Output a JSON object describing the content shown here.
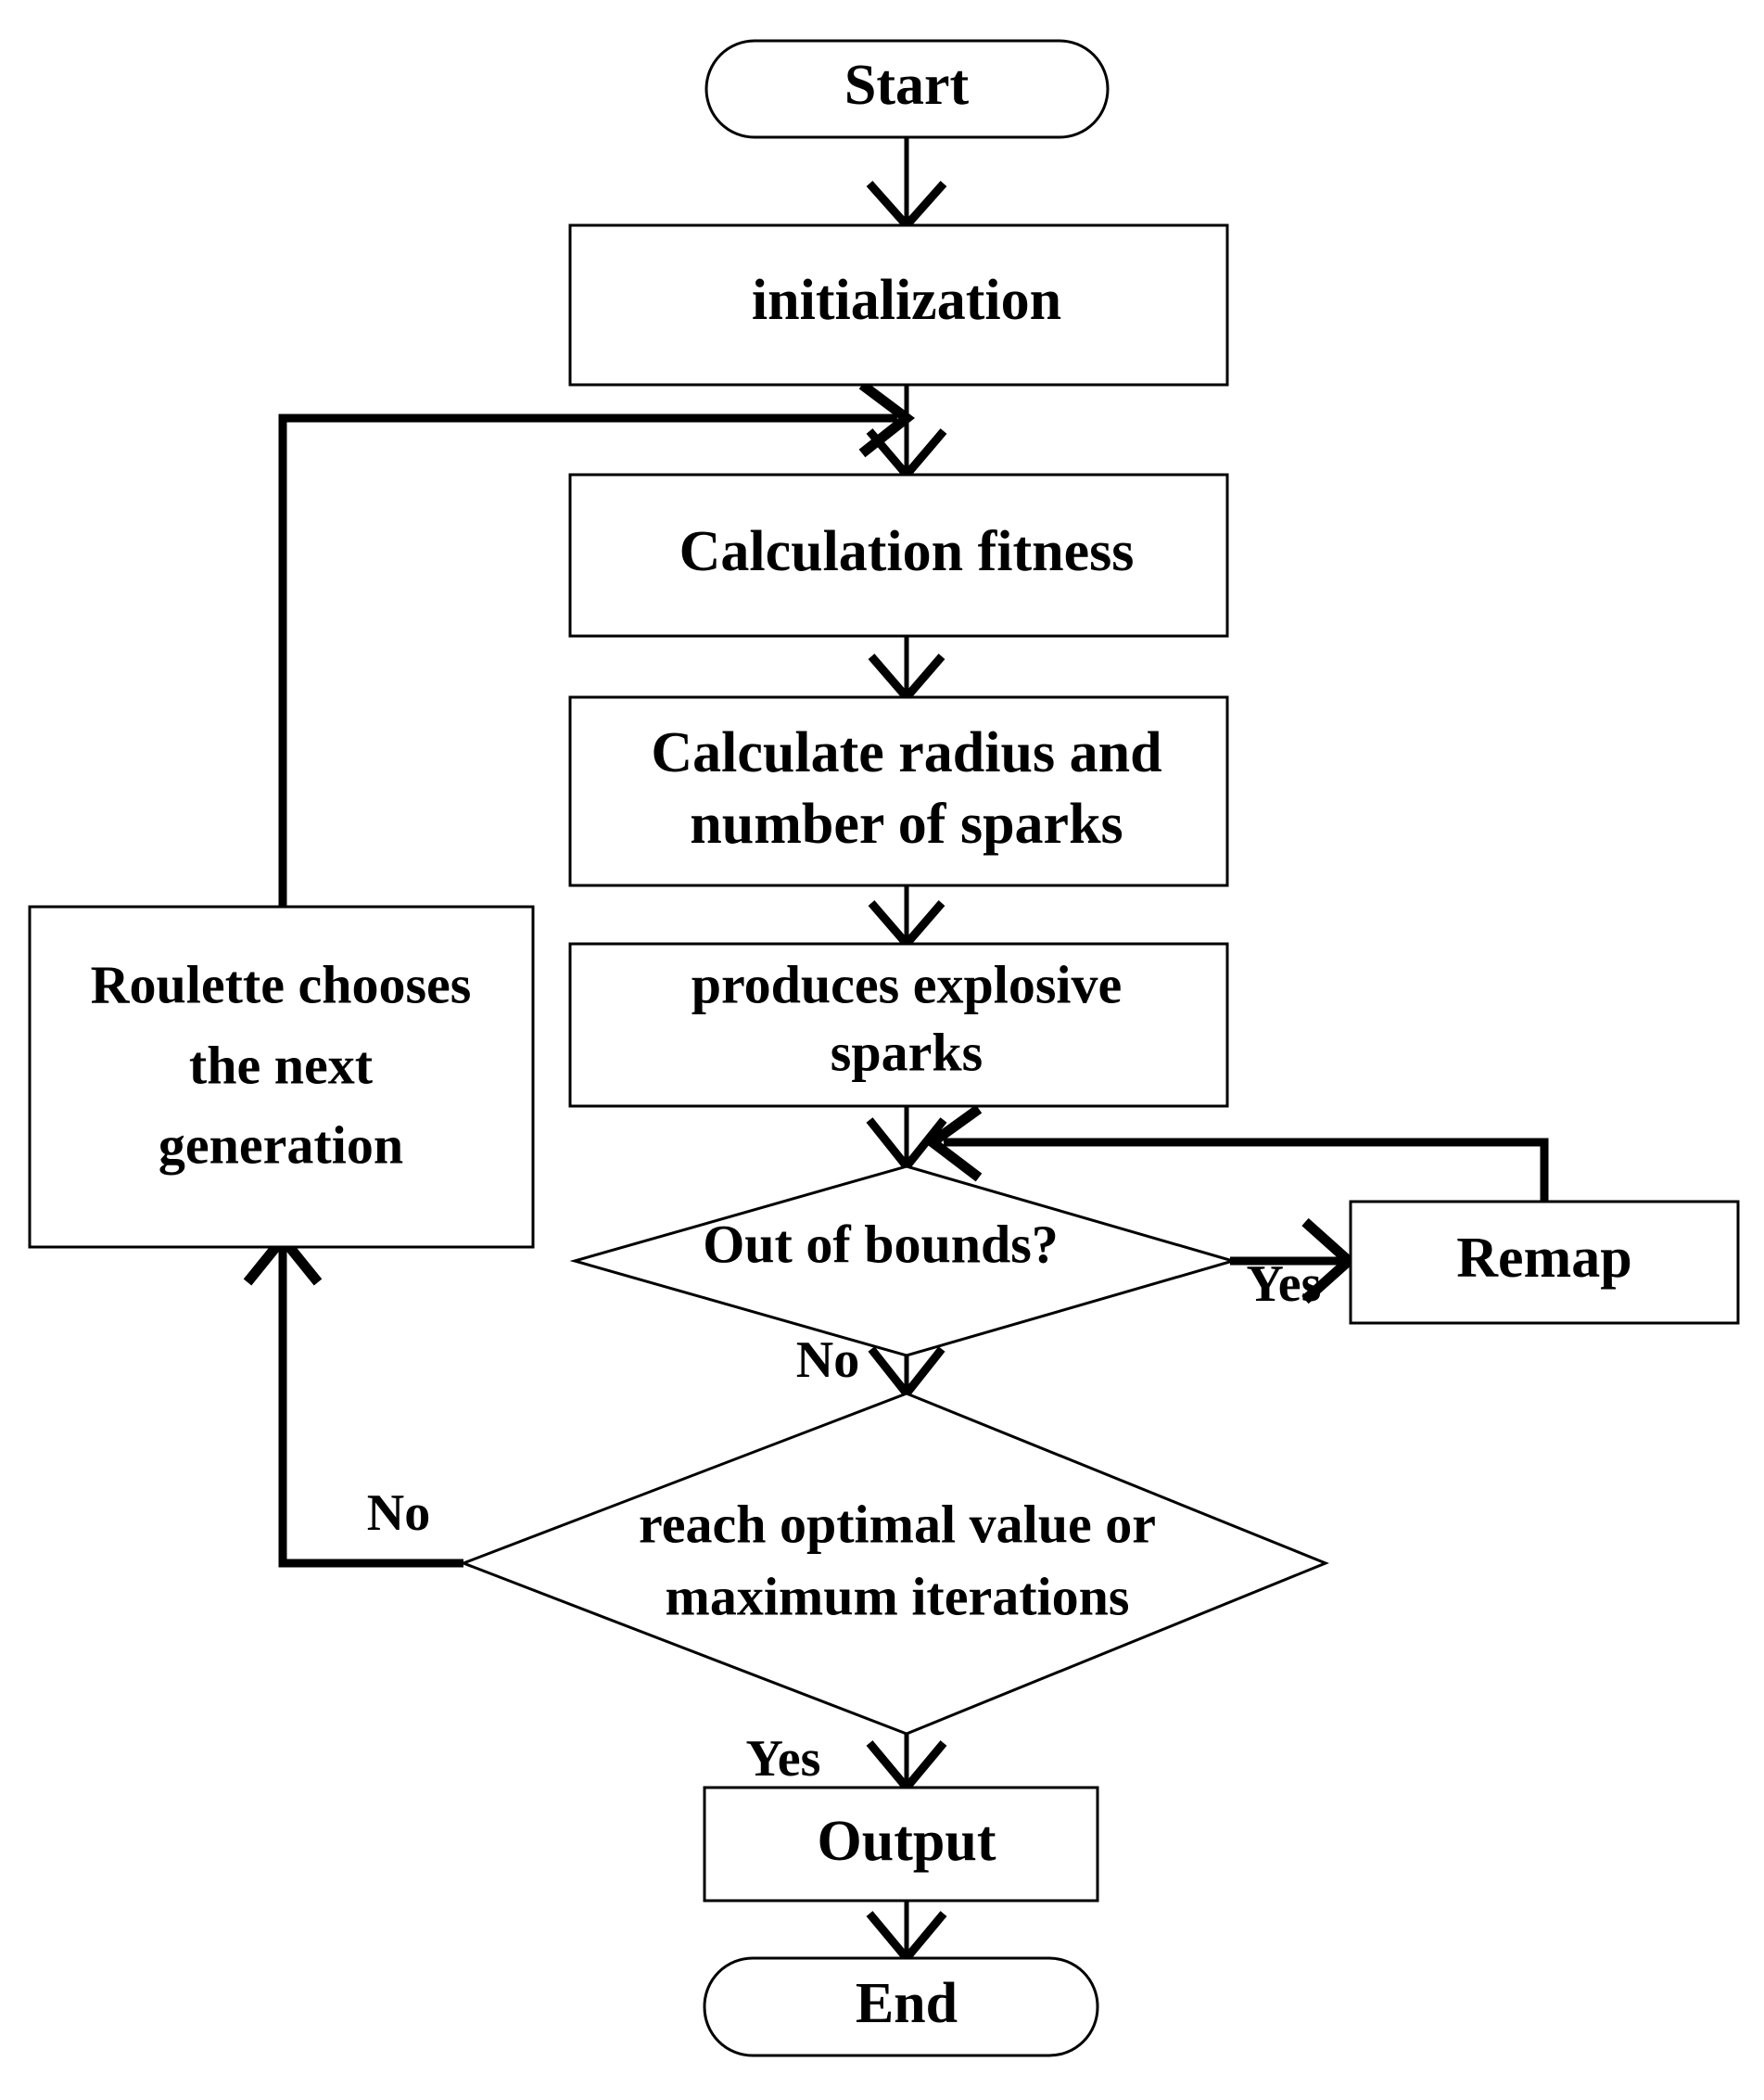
{
  "diagram": {
    "title": "Fireworks algorithm flowchart",
    "type": "flowchart",
    "background_color": "#ffffff",
    "line_color": "#000000",
    "nodes": [
      {
        "id": "start",
        "shape": "terminator",
        "label": "Start"
      },
      {
        "id": "init",
        "shape": "process",
        "label": "initialization"
      },
      {
        "id": "fitness",
        "shape": "process",
        "label": "Calculation fitness"
      },
      {
        "id": "radius",
        "shape": "process",
        "label_line1": "Calculate radius and",
        "label_line2": "number of sparks"
      },
      {
        "id": "sparks",
        "shape": "process",
        "label_line1": "produces explosive",
        "label_line2": "sparks"
      },
      {
        "id": "bounds",
        "shape": "decision",
        "label": "Out of bounds?"
      },
      {
        "id": "remap",
        "shape": "process",
        "label": "Remap"
      },
      {
        "id": "roulette",
        "shape": "process",
        "label_line1": "Roulette chooses",
        "label_line2": "the next",
        "label_line3": "generation"
      },
      {
        "id": "terminate",
        "shape": "decision",
        "label_line1": "reach optimal value or",
        "label_line2": "maximum iterations"
      },
      {
        "id": "output",
        "shape": "process",
        "label": "Output"
      },
      {
        "id": "end",
        "shape": "terminator",
        "label": "End"
      }
    ],
    "edge_labels": {
      "bounds_yes": "Yes",
      "bounds_no": "No",
      "terminate_no": "No",
      "terminate_yes": "Yes"
    },
    "edges": [
      {
        "from": "start",
        "to": "init",
        "label": ""
      },
      {
        "from": "init",
        "to": "fitness",
        "label": ""
      },
      {
        "from": "fitness",
        "to": "radius",
        "label": ""
      },
      {
        "from": "radius",
        "to": "sparks",
        "label": ""
      },
      {
        "from": "sparks",
        "to": "bounds",
        "label": ""
      },
      {
        "from": "bounds",
        "to": "remap",
        "label": "Yes"
      },
      {
        "from": "remap",
        "to": "bounds",
        "label": ""
      },
      {
        "from": "bounds",
        "to": "terminate",
        "label": "No"
      },
      {
        "from": "terminate",
        "to": "roulette",
        "label": "No"
      },
      {
        "from": "roulette",
        "to": "fitness",
        "label": ""
      },
      {
        "from": "terminate",
        "to": "output",
        "label": "Yes"
      },
      {
        "from": "output",
        "to": "end",
        "label": ""
      }
    ]
  }
}
